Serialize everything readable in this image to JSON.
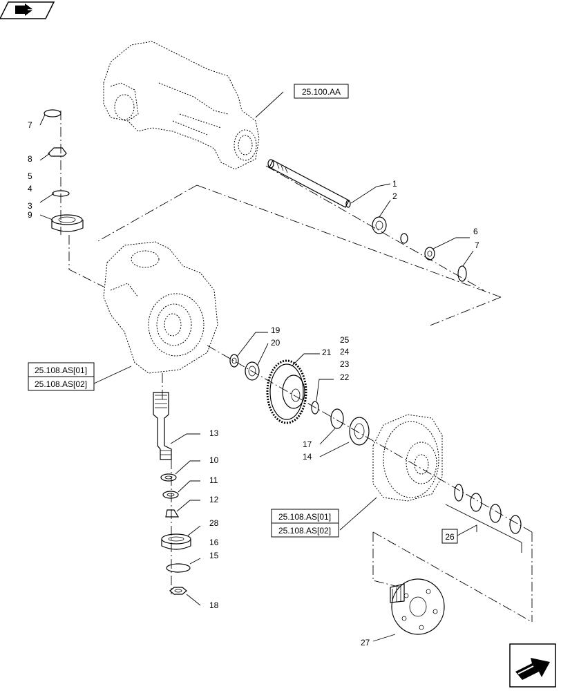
{
  "nav": {
    "top_left_icon": "return-to-index-icon",
    "bottom_right_icon": "next-page-icon"
  },
  "references": {
    "ref_top": "25.100.AA",
    "ref_left_1": "25.108.AS[01]",
    "ref_left_2": "25.108.AS[02]",
    "ref_mid_1": "25.108.AS[01]",
    "ref_mid_2": "25.108.AS[02]",
    "group_26": "26"
  },
  "callouts": {
    "c1": "1",
    "c2": "2",
    "c3": "3",
    "c4": "4",
    "c5": "5",
    "c6": "6",
    "c7a": "7",
    "c7b": "7",
    "c8": "8",
    "c9": "9",
    "c10": "10",
    "c11": "11",
    "c12": "12",
    "c13": "13",
    "c14": "14",
    "c15": "15",
    "c16": "16",
    "c17": "17",
    "c18": "18",
    "c19": "19",
    "c20": "20",
    "c21": "21",
    "c22": "22",
    "c23": "23",
    "c24": "24",
    "c25": "25",
    "c27": "27",
    "c28": "28"
  }
}
